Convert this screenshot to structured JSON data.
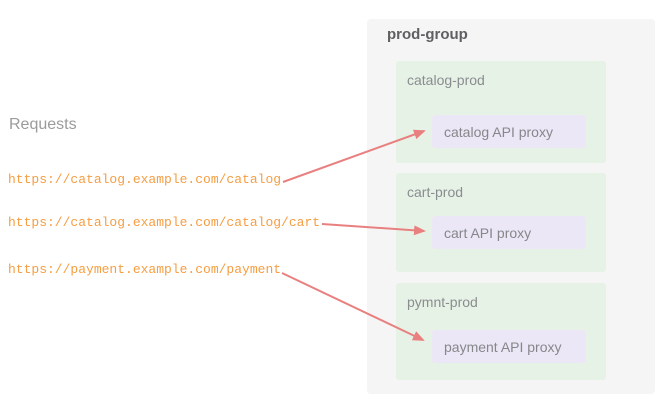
{
  "palette": {
    "page_bg": "#ffffff",
    "outer_box_bg": "#f5f5f5",
    "env_box_bg": "#e7f2e7",
    "proxy_box_bg": "#ece7f6",
    "arrow_color": "#e98080",
    "url_color": "#f59e42",
    "requests_heading_color": "#9b9b9b",
    "group_title_color": "#5d5f62",
    "env_label_color": "#8a8c8f",
    "proxy_label_color": "#85878a"
  },
  "requests": {
    "heading": "Requests",
    "urls": [
      "https://catalog.example.com/catalog",
      "https://catalog.example.com/catalog/cart",
      "https://payment.example.com/payment"
    ]
  },
  "prod_group": {
    "title": "prod-group",
    "environments": [
      {
        "name": "catalog-prod",
        "proxy_label": "catalog API proxy"
      },
      {
        "name": "cart-prod",
        "proxy_label": "cart API proxy"
      },
      {
        "name": "pymnt-prod",
        "proxy_label": "payment API proxy"
      }
    ]
  },
  "connections": [
    {
      "from": "https://catalog.example.com/catalog",
      "to": "catalog API proxy"
    },
    {
      "from": "https://catalog.example.com/catalog/cart",
      "to": "cart API proxy"
    },
    {
      "from": "https://payment.example.com/payment",
      "to": "payment API proxy"
    }
  ]
}
